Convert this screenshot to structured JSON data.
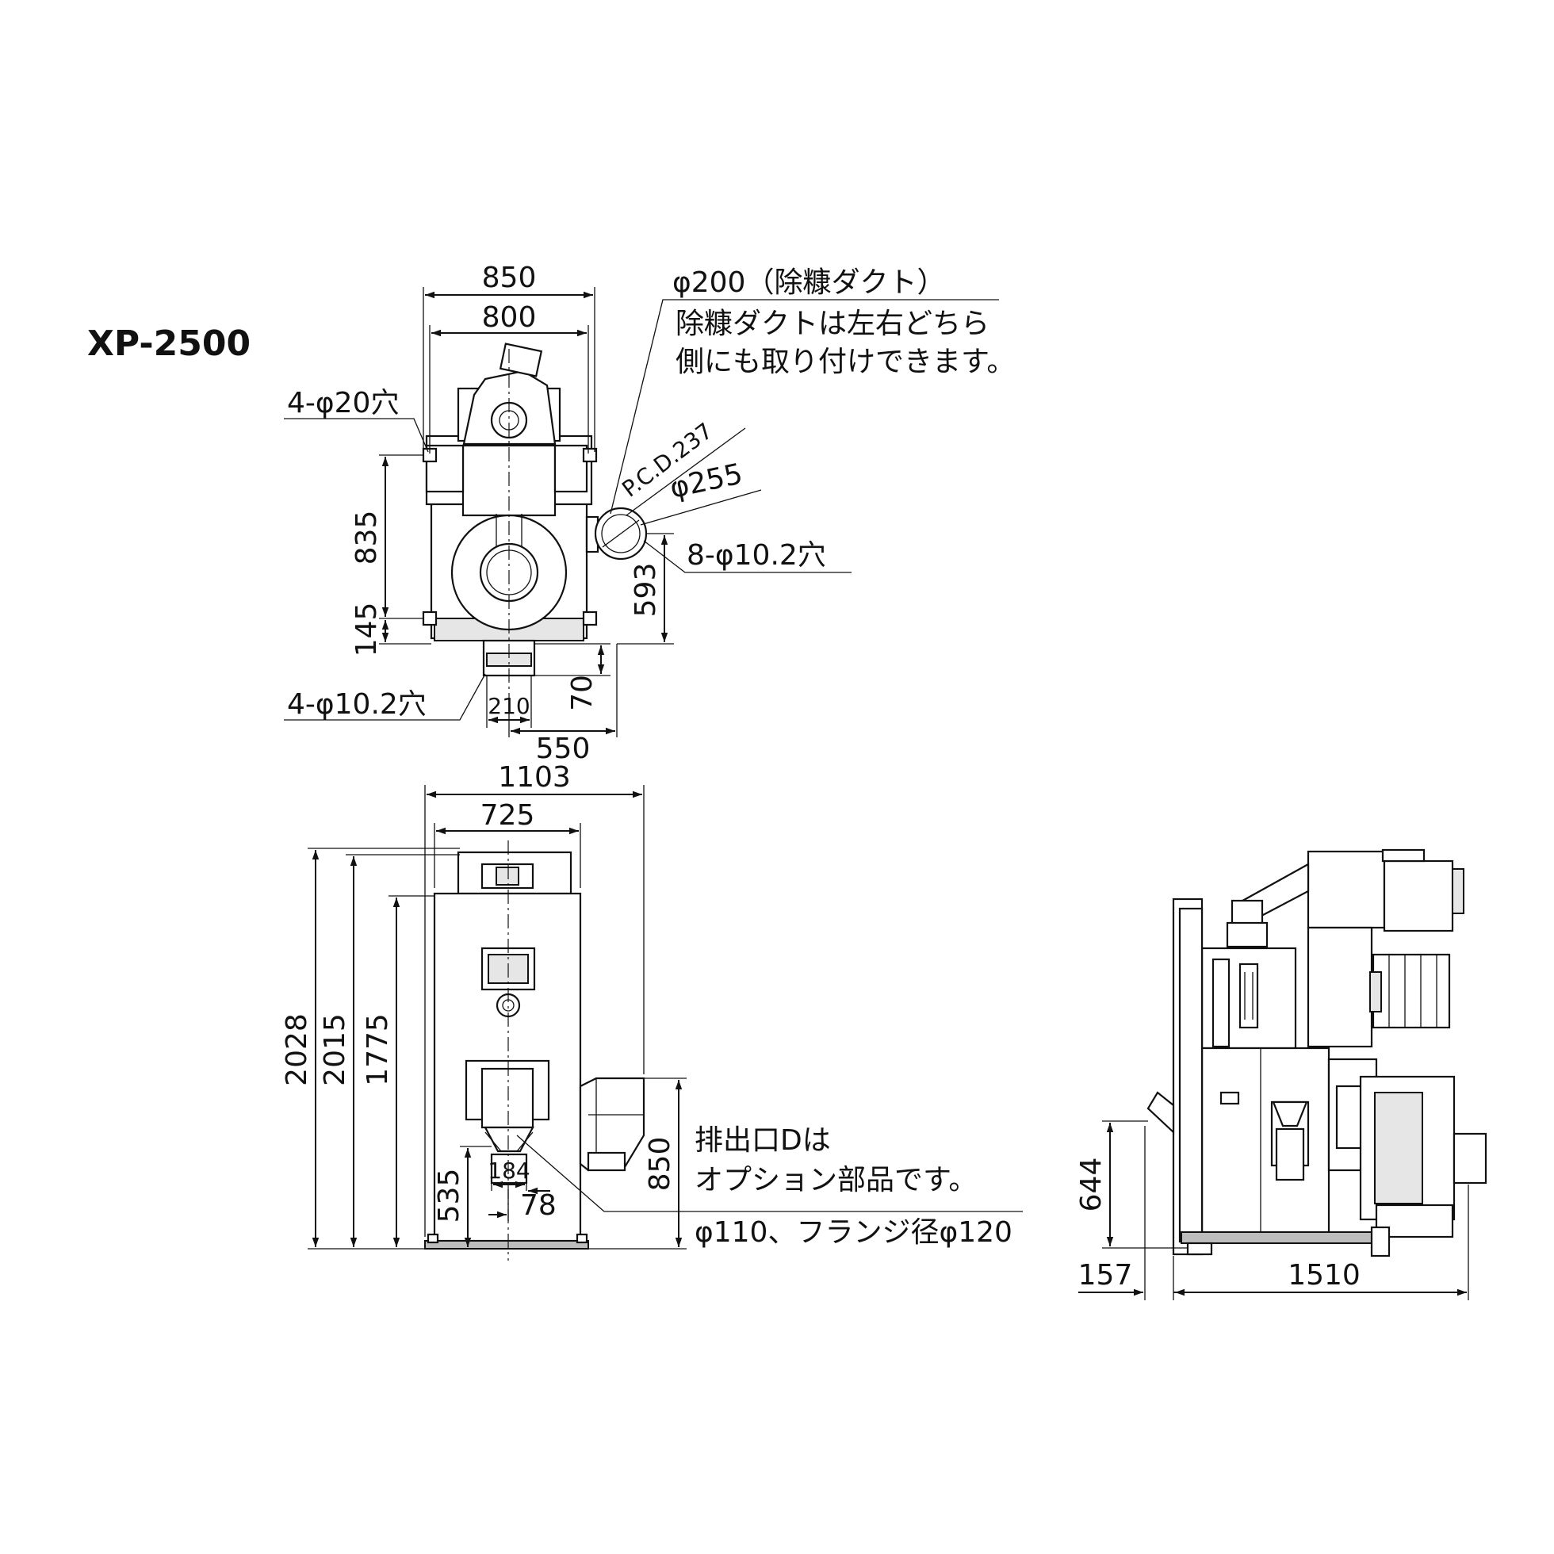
{
  "model": "XP-2500",
  "top_view": {
    "width_outer": "850",
    "width_inner": "800",
    "mount_holes": "4-φ20穴",
    "height_main": "835",
    "height_base": "145",
    "outlet_holes": "4-φ10.2穴",
    "outlet_width": "210",
    "outlet_offset": "70",
    "outlet_depth": "550",
    "duct_height": "593",
    "duct_spec": "φ200（除糠ダクト）",
    "duct_note_line1": "除糠ダクトは左右どちら",
    "duct_note_line2": "側にも取り付けできます。",
    "flange_pcd": "P.C.D.237",
    "flange_dia": "φ255",
    "flange_holes": "8-φ10.2穴"
  },
  "front_view": {
    "width_overall": "1103",
    "width_body": "725",
    "height_total": "2028",
    "height_2": "2015",
    "height_3": "1775",
    "duct_height": "850",
    "outlet_height": "535",
    "outlet_width": "184",
    "outlet_offset": "78",
    "outlet_note_line1": "排出口Dは",
    "outlet_note_line2": "オプション部品です。",
    "outlet_spec": "φ110、フランジ径φ120"
  },
  "side_view": {
    "height": "644",
    "left_offset": "157",
    "length": "1510"
  }
}
